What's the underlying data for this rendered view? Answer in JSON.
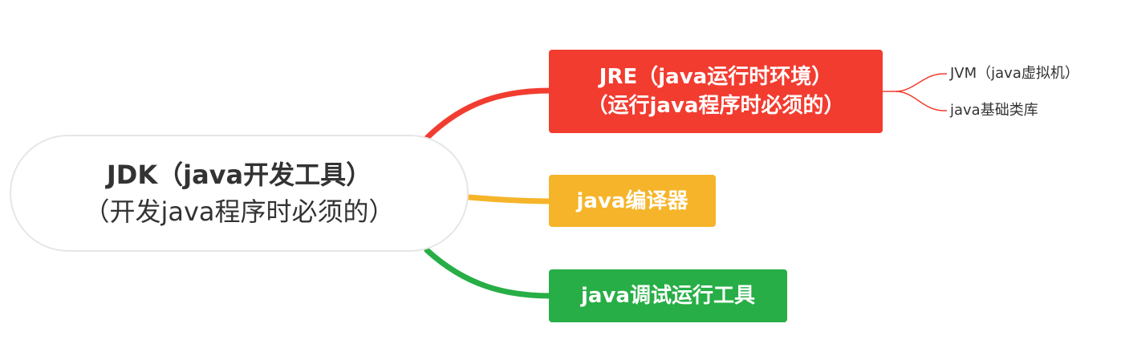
{
  "root": {
    "line1": "JDK（java开发工具）",
    "line2": "（开发java程序时必须的）"
  },
  "branches": [
    {
      "line1": "JRE（java运行时环境）",
      "line2": "（运行java程序时必须的）",
      "color": "#f23c30",
      "children": [
        "JVM（java虚拟机）",
        "java基础类库"
      ]
    },
    {
      "line1": "java编译器",
      "color": "#f5b429"
    },
    {
      "line1": "java调试运行工具",
      "color": "#27ae46"
    }
  ]
}
